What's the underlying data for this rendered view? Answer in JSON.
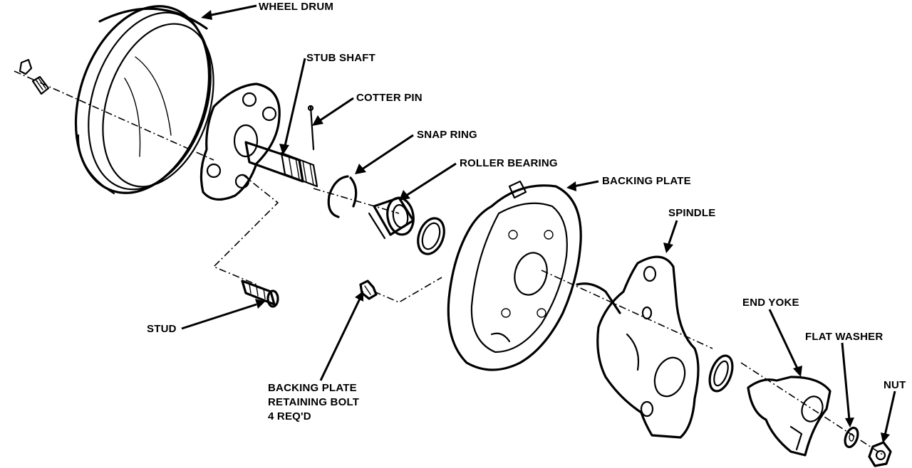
{
  "labels": {
    "wheel_drum": "WHEEL DRUM",
    "stub_shaft": "STUB SHAFT",
    "cotter_pin": "COTTER PIN",
    "snap_ring": "SNAP RING",
    "roller_bearing": "ROLLER BEARING",
    "backing_plate": "BACKING PLATE",
    "spindle": "SPINDLE",
    "end_yoke": "END YOKE",
    "flat_washer": "FLAT WASHER",
    "nut": "NUT",
    "stud": "STUD",
    "retaining_bolt_line1": "BACKING PLATE",
    "retaining_bolt_line2": "RETAINING BOLT",
    "retaining_bolt_line3": "4 REQ'D"
  }
}
